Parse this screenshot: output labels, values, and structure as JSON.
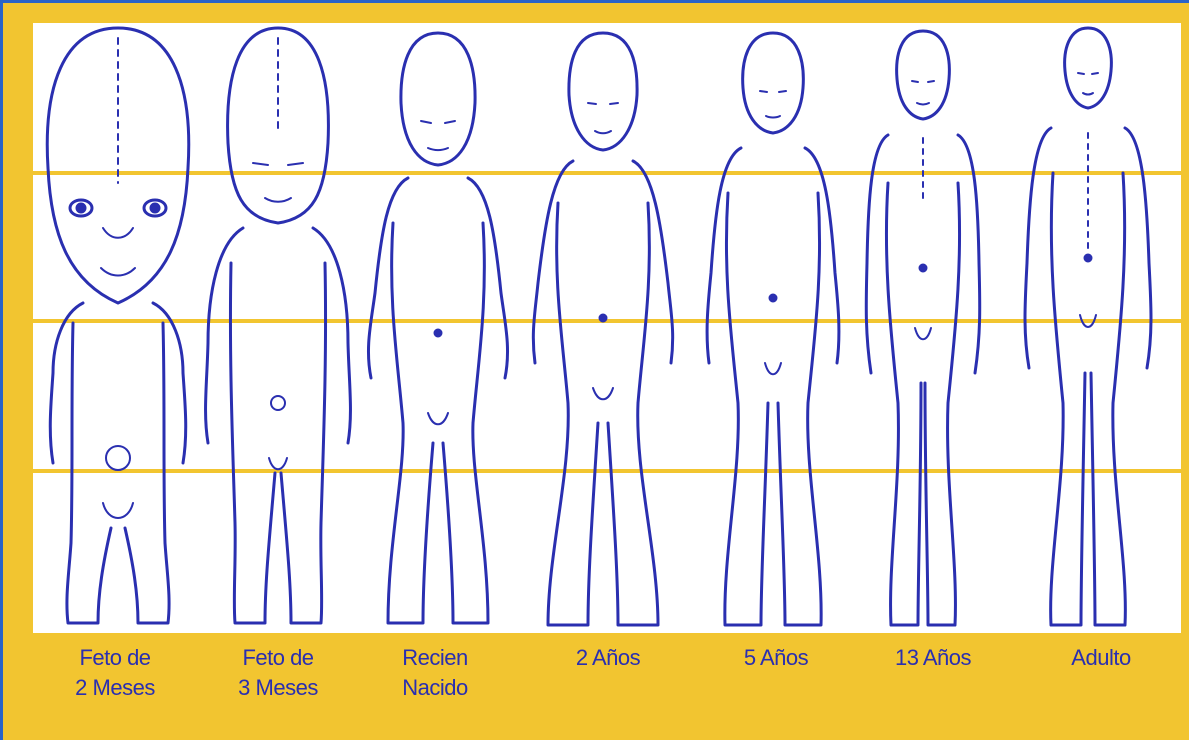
{
  "captions": [
    {
      "id": "feto-2-meses",
      "text": "Feto de\n2 Meses"
    },
    {
      "id": "feto-3-meses",
      "text": "Feto de\n3 Meses"
    },
    {
      "id": "recien-nacido",
      "text": "Recien\nNacido"
    },
    {
      "id": "2-anos",
      "text": "2 Años"
    },
    {
      "id": "5-anos",
      "text": "5 Años"
    },
    {
      "id": "13-anos",
      "text": "13 Años"
    },
    {
      "id": "adulto",
      "text": "Adulto"
    }
  ],
  "colors": {
    "frame": "#f2c530",
    "ink": "#2a2fb0",
    "border_accent": "#2a64c8",
    "panel": "#ffffff"
  }
}
